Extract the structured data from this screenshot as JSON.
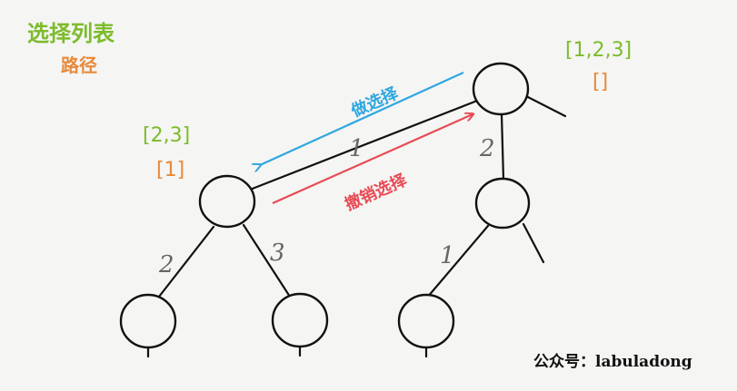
{
  "colors": {
    "choice": "#7dbb2c",
    "path": "#e8893a",
    "do_arrow": "#2ea6e0",
    "undo_arrow": "#e84a55",
    "line": "#111111",
    "edge_label": "#666666",
    "watermark": "#111111"
  },
  "legend": {
    "choice_list": "选择列表",
    "path": "路径"
  },
  "root": {
    "choices": "[1,2,3]",
    "path": "[]"
  },
  "left_node": {
    "choices": "[2,3]",
    "path": "[1]"
  },
  "edges": {
    "root_to_left": "1",
    "root_to_right": "2",
    "left_to_child_a": "2",
    "left_to_child_b": "3",
    "right_to_child": "1"
  },
  "actions": {
    "make_choice": "做选择",
    "undo_choice": "撤销选择"
  },
  "watermark": "公众号：labuladong"
}
